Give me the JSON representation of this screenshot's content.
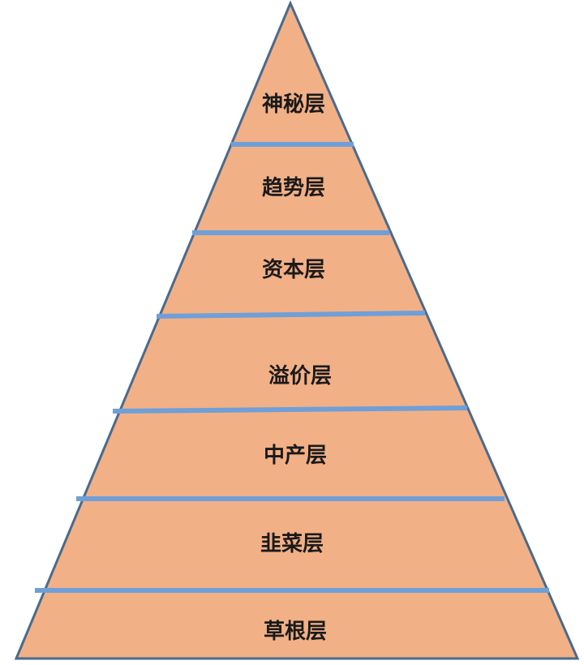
{
  "diagram": {
    "type": "pyramid",
    "layers_top_to_bottom": [
      {
        "label": "神秘层"
      },
      {
        "label": "趋势层"
      },
      {
        "label": "资本层"
      },
      {
        "label": "溢价层"
      },
      {
        "label": "中产层"
      },
      {
        "label": "韭菜层"
      },
      {
        "label": "草根层"
      }
    ]
  },
  "colors": {
    "fill": "#f2b086",
    "outline": "#4a6a8c",
    "divider": "#6f9fd8",
    "text": "#1a1a1a"
  }
}
